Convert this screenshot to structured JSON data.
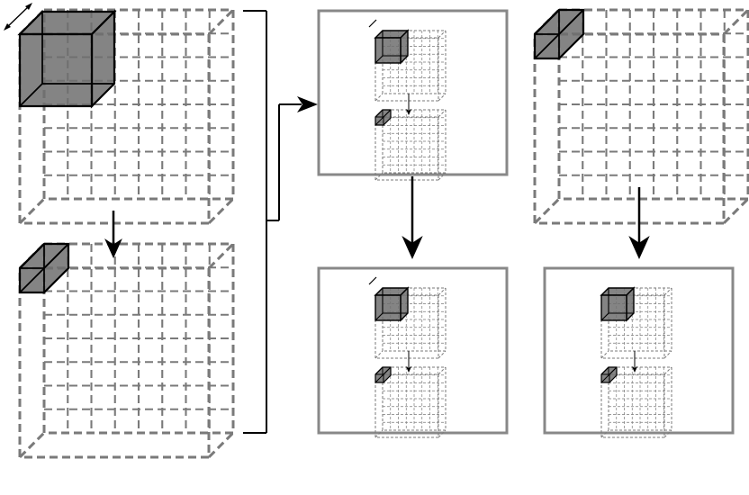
{
  "colors": {
    "grid": "#7a7a7a",
    "panel_border": "#888888",
    "cube_fill": "#6e6e6e",
    "stroke": "#000000",
    "background": "#ffffff"
  },
  "diagram": {
    "large_grid_cells": 8,
    "small_grid_cells": 8,
    "panels": [
      {
        "id": "panel-top-center",
        "content": "kernel-volume-then-unit-volume"
      },
      {
        "id": "panel-bottom-center",
        "content": "kernel-volume-then-unit-volume"
      },
      {
        "id": "panel-bottom-right",
        "content": "kernel-volume-then-unit-volume"
      }
    ],
    "grids": [
      {
        "id": "grid-top-left",
        "cube": "large-kernel",
        "depth_arrow_icon": "double-arrow-icon"
      },
      {
        "id": "grid-bottom-left",
        "cube": "unit-cell"
      },
      {
        "id": "grid-top-right",
        "cube": "unit-cell"
      }
    ],
    "connectors": [
      {
        "id": "arrow-left-down",
        "icon": "arrow-down-icon"
      },
      {
        "id": "bracket-to-panel",
        "icon": "arrow-right-icon"
      },
      {
        "id": "arrow-center-down",
        "icon": "arrow-down-icon"
      },
      {
        "id": "arrow-right-down",
        "icon": "arrow-down-icon"
      }
    ]
  }
}
